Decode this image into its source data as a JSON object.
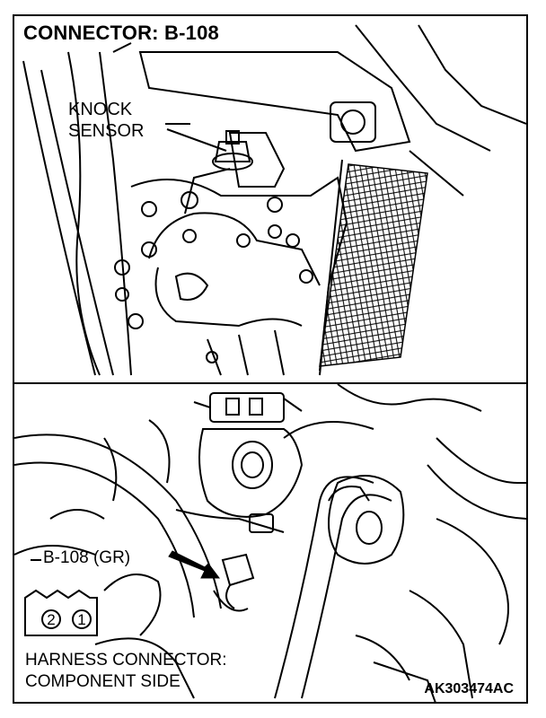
{
  "diagram": {
    "title": "CONNECTOR: B-108",
    "sensor_label_line1": "KNOCK",
    "sensor_label_line2": "SENSOR",
    "connector_label": "B-108 (GR)",
    "harness_line1": "HARNESS CONNECTOR:",
    "harness_line2": "COMPONENT SIDE",
    "pins": [
      "2",
      "1"
    ],
    "code": "AK303474AC"
  }
}
